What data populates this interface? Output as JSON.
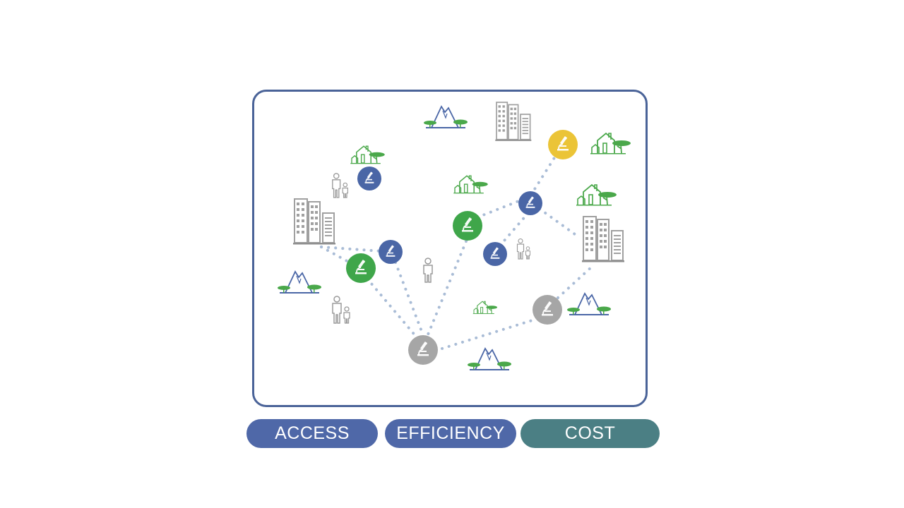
{
  "colors": {
    "frame": "#4a6398",
    "lab_blue": "#4a66a6",
    "lab_green": "#3fa64a",
    "lab_gray": "#a6a6a6",
    "lab_yellow": "#ebc437",
    "route_dots": "#a9bcd6",
    "tree_green": "#4aa84a",
    "building_gray": "#a0a0a0",
    "access_button": "#4f68a8",
    "efficiency_button": "#4f68a8",
    "cost_button": "#4b7f84"
  },
  "icons": {
    "lab": "microscope-icon",
    "city": "office-buildings-icon",
    "rural": "house-with-tree-icon",
    "remote": "mountain-icon",
    "population": "person-icon"
  },
  "buttons": {
    "access": "ACCESS",
    "efficiency": "EFFICIENCY",
    "cost": "COST"
  }
}
